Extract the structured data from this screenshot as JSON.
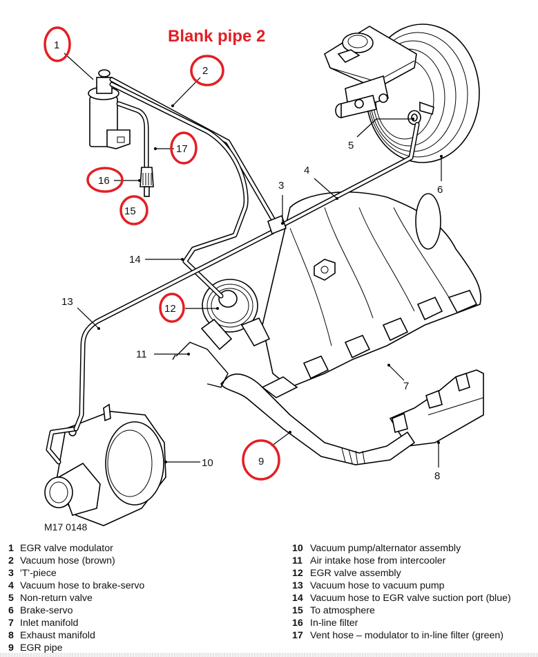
{
  "title": "Blank pipe 2",
  "figure_id": "M17 0148",
  "colors": {
    "highlight_circle": "#e31e24",
    "title": "#e31e24",
    "linework": "#000000"
  },
  "callouts": [
    {
      "number": "1",
      "circled": true
    },
    {
      "number": "2",
      "circled": true
    },
    {
      "number": "3",
      "circled": false
    },
    {
      "number": "4",
      "circled": false
    },
    {
      "number": "5",
      "circled": false
    },
    {
      "number": "6",
      "circled": false
    },
    {
      "number": "7",
      "circled": false
    },
    {
      "number": "8",
      "circled": false
    },
    {
      "number": "9",
      "circled": true
    },
    {
      "number": "10",
      "circled": false
    },
    {
      "number": "11",
      "circled": false
    },
    {
      "number": "12",
      "circled": true
    },
    {
      "number": "13",
      "circled": false
    },
    {
      "number": "14",
      "circled": false
    },
    {
      "number": "15",
      "circled": true
    },
    {
      "number": "16",
      "circled": true
    },
    {
      "number": "17",
      "circled": true
    }
  ],
  "legend": {
    "left": [
      {
        "num": "1",
        "label": "EGR valve modulator"
      },
      {
        "num": "2",
        "label": "Vacuum hose (brown)"
      },
      {
        "num": "3",
        "label": "'T'-piece"
      },
      {
        "num": "4",
        "label": "Vacuum hose to brake-servo"
      },
      {
        "num": "5",
        "label": "Non-return valve"
      },
      {
        "num": "6",
        "label": "Brake-servo"
      },
      {
        "num": "7",
        "label": "Inlet manifold"
      },
      {
        "num": "8",
        "label": "Exhaust manifold"
      },
      {
        "num": "9",
        "label": "EGR pipe"
      }
    ],
    "right": [
      {
        "num": "10",
        "label": "Vacuum pump/alternator assembly"
      },
      {
        "num": "11",
        "label": "Air intake hose from intercooler"
      },
      {
        "num": "12",
        "label": "EGR valve assembly"
      },
      {
        "num": "13",
        "label": "Vacuum hose to vacuum pump"
      },
      {
        "num": "14",
        "label": "Vacuum hose to EGR valve suction port (blue)"
      },
      {
        "num": "15",
        "label": "To atmosphere"
      },
      {
        "num": "16",
        "label": "In-line filter"
      },
      {
        "num": "17",
        "label": "Vent hose – modulator to in-line filter (green)"
      }
    ]
  }
}
